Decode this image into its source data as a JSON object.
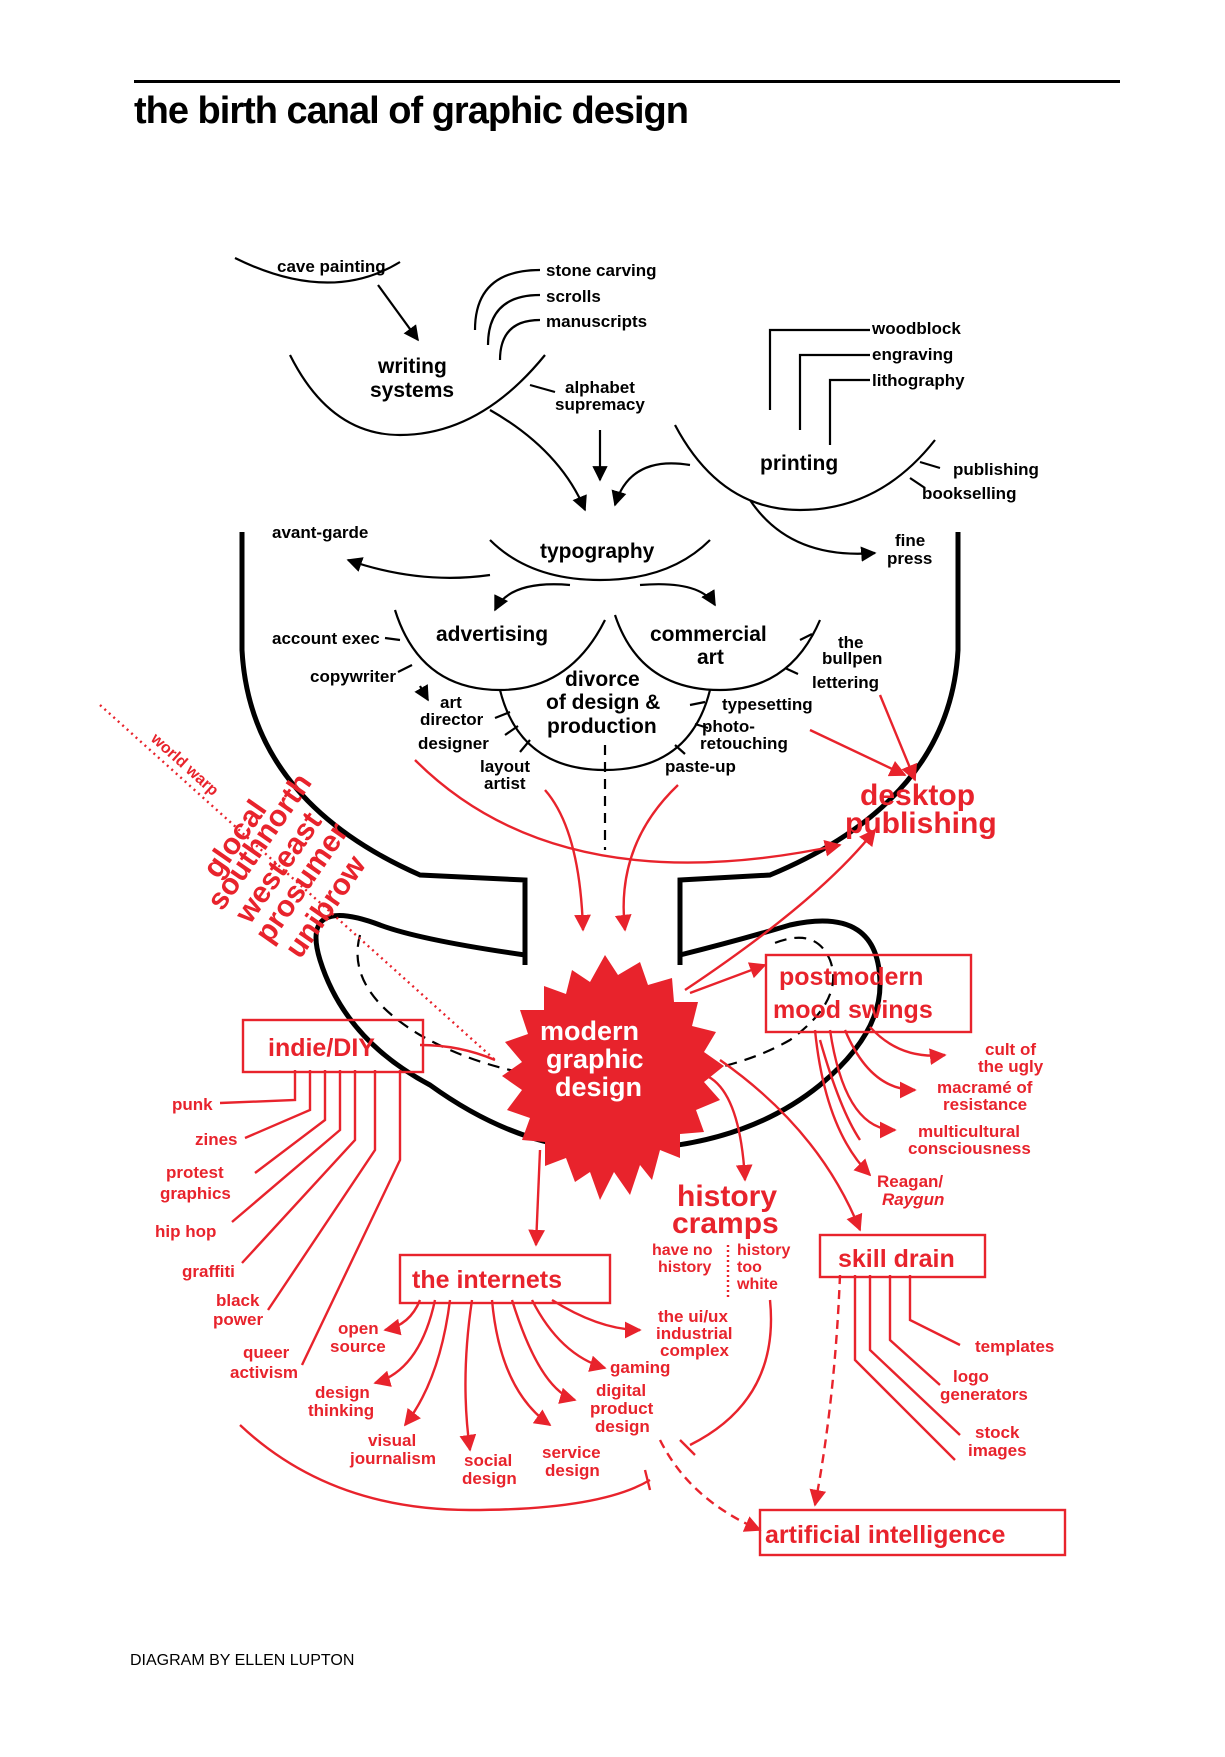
{
  "header": {
    "title": "the birth canal of graphic design"
  },
  "footer": {
    "credit": "DIAGRAM BY ELLEN LUPTON"
  },
  "colors": {
    "ink": "#000000",
    "accent": "#e8232c"
  },
  "origins": {
    "cave_painting": "cave painting",
    "writing_systems": [
      "writing",
      "systems"
    ],
    "stone_carving": "stone carving",
    "scrolls": "scrolls",
    "manuscripts": "manuscripts",
    "alphabet_supremacy": [
      "alphabet",
      "supremacy"
    ],
    "woodblock": "woodblock",
    "engraving": "engraving",
    "lithography": "lithography",
    "printing": "printing",
    "publishing": "publishing",
    "bookselling": "bookselling",
    "fine_press": [
      "fine",
      "press"
    ],
    "typography": "typography",
    "avant_garde": "avant-garde"
  },
  "womb": {
    "advertising": "advertising",
    "commercial_art": [
      "commercial",
      "art"
    ],
    "account_exec": "account exec",
    "copywriter": "copywriter",
    "art_director": [
      "art",
      "director"
    ],
    "designer": "designer",
    "layout_artist": [
      "layout",
      "artist"
    ],
    "divorce": [
      "divorce",
      "of design &",
      "production"
    ],
    "the_bullpen": [
      "the",
      "bullpen"
    ],
    "lettering": "lettering",
    "typesetting": "typesetting",
    "photo_retouching": [
      "photo-",
      "retouching"
    ],
    "paste_up": "paste-up"
  },
  "red": {
    "desktop_publishing": [
      "desktop",
      "publishing"
    ],
    "world_warp": "world warp",
    "warp_words": [
      "glocal",
      "southnorth",
      "westeast",
      "prosumer",
      "unibrow"
    ],
    "modern_graphic_design": [
      "modern",
      "graphic",
      "design"
    ],
    "postmodern": [
      "postmodern",
      "mood swings"
    ],
    "cult_of_the_ugly": [
      "cult of",
      "the ugly"
    ],
    "macrame": [
      "macramé of",
      "resistance"
    ],
    "multicultural": [
      "multicultural",
      "consciousness"
    ],
    "reagan": [
      "Reagan/",
      "Raygun"
    ],
    "indie": "indie/DIY",
    "punk": "punk",
    "zines": "zines",
    "protest_graphics": [
      "protest",
      "graphics"
    ],
    "hip_hop": "hip hop",
    "graffiti": "graffiti",
    "black_power": [
      "black",
      "power"
    ],
    "queer_activism": [
      "queer",
      "activism"
    ],
    "history_cramps": [
      "history",
      "cramps"
    ],
    "have_no_history": [
      "have no",
      "history"
    ],
    "history_too_white": [
      "history",
      "too",
      "white"
    ],
    "skill_drain": "skill drain",
    "templates": "templates",
    "logo_generators": [
      "logo",
      "generators"
    ],
    "stock_images": [
      "stock",
      "images"
    ],
    "the_internets": "the internets",
    "open_source": [
      "open",
      "source"
    ],
    "design_thinking": [
      "design",
      "thinking"
    ],
    "visual_journalism": [
      "visual",
      "journalism"
    ],
    "social_design": [
      "social",
      "design"
    ],
    "service_design": [
      "service",
      "design"
    ],
    "digital_product_design": [
      "digital",
      "product",
      "design"
    ],
    "gaming": "gaming",
    "ui_ux": [
      "the ui/ux",
      "industrial",
      "complex"
    ],
    "ai": "artificial intelligence"
  }
}
